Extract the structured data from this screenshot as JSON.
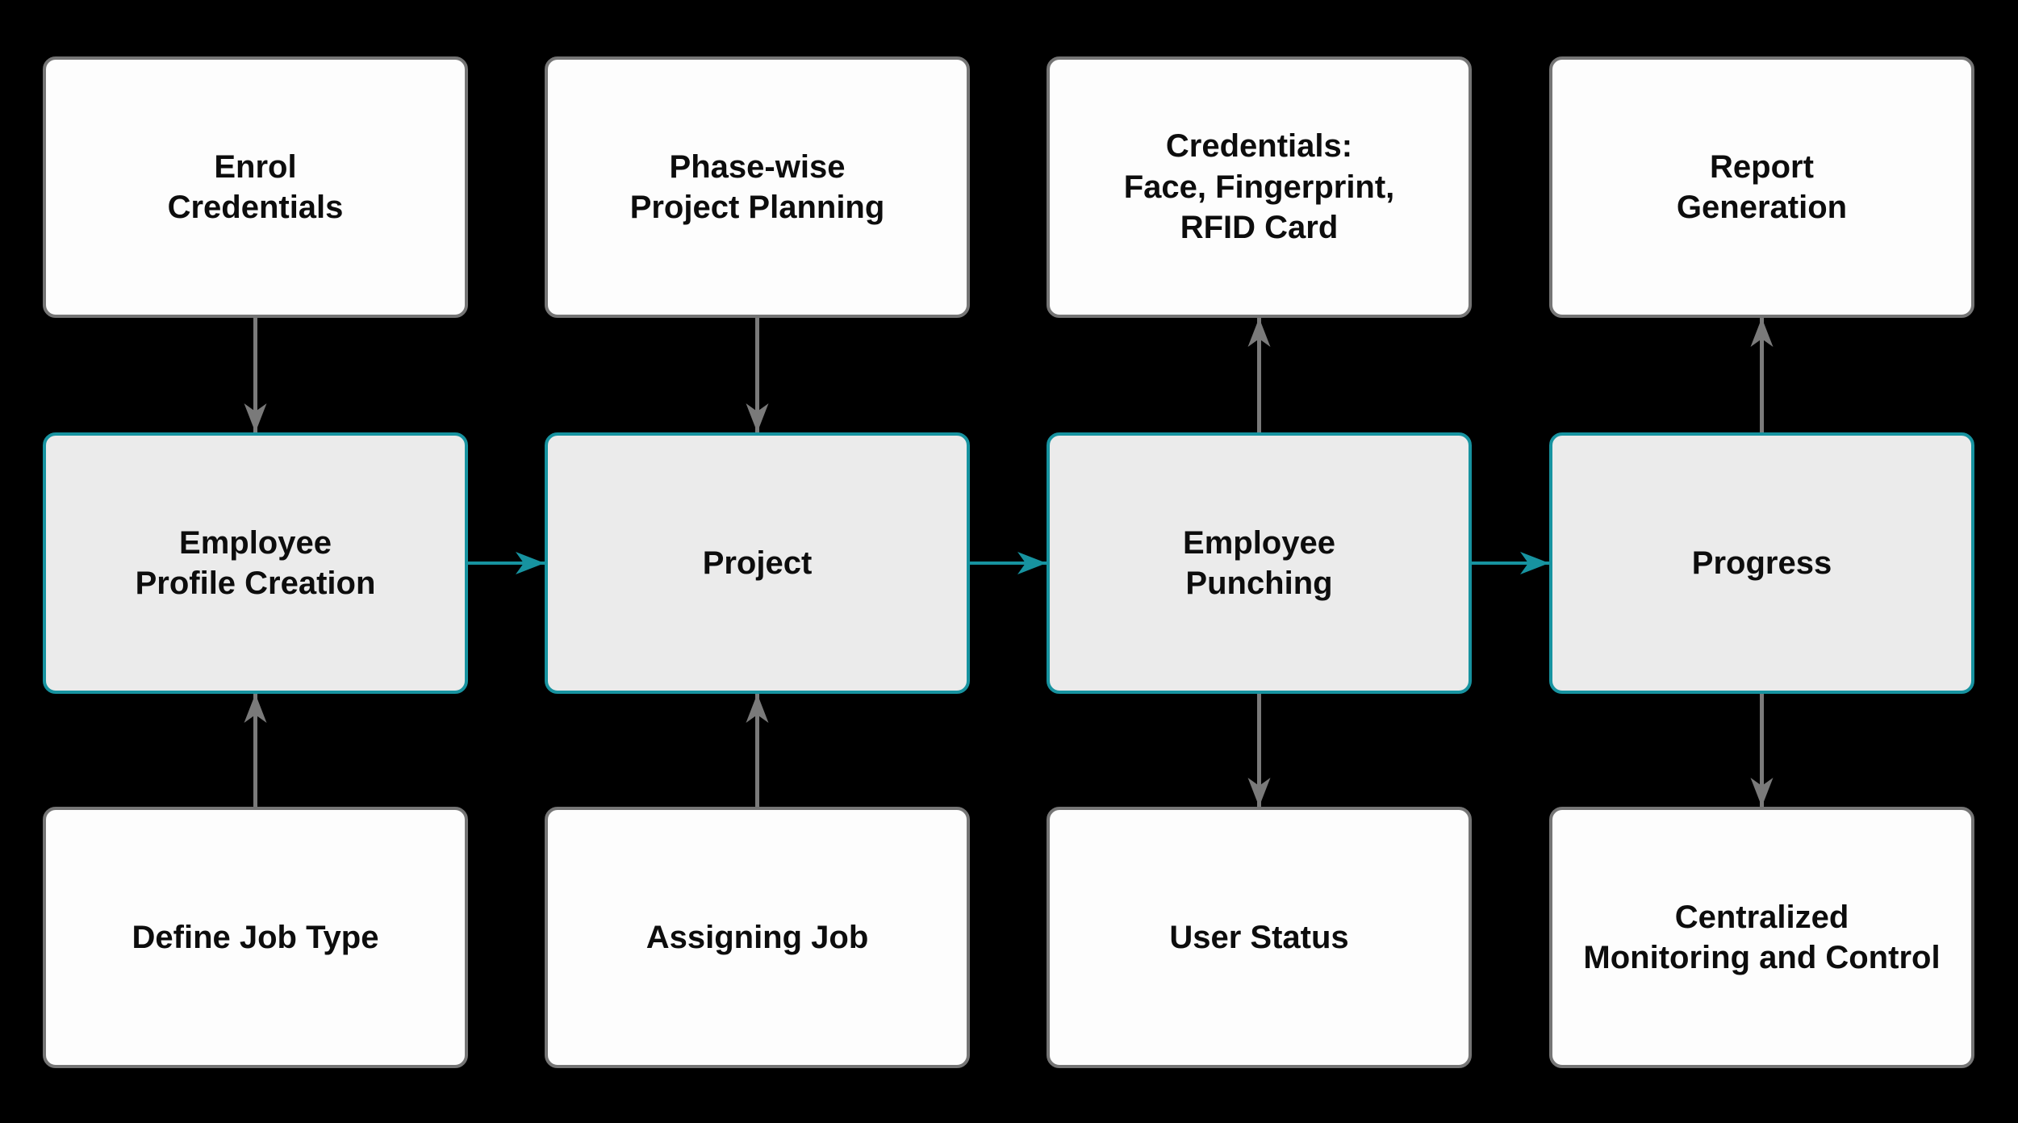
{
  "diagram": {
    "title": "Employee and project management flow",
    "colors": {
      "background": "#000000",
      "teal": "#1793a0",
      "gray": "#7a7a7a",
      "plain_fill": "#fdfdfd",
      "plain_border": "#757575",
      "active_fill": "#ebebeb",
      "text": "#0d0d0d"
    },
    "nodes": {
      "enrol_credentials": {
        "label": "Enrol\nCredentials",
        "style": "plain"
      },
      "phase_wise_planning": {
        "label": "Phase-wise\nProject Planning",
        "style": "plain"
      },
      "credentials_modes": {
        "label": "Credentials:\nFace, Fingerprint,\nRFID Card",
        "style": "plain"
      },
      "report_generation": {
        "label": "Report\nGeneration",
        "style": "plain"
      },
      "employee_profile_creation": {
        "label": "Employee\nProfile Creation",
        "style": "active"
      },
      "project": {
        "label": "Project",
        "style": "active"
      },
      "employee_punching": {
        "label": "Employee\nPunching",
        "style": "active"
      },
      "progress": {
        "label": "Progress",
        "style": "active"
      },
      "define_job_type": {
        "label": "Define Job Type",
        "style": "plain"
      },
      "assigning_job": {
        "label": "Assigning Job",
        "style": "plain"
      },
      "user_status": {
        "label": "User Status",
        "style": "plain"
      },
      "centralized_monitoring": {
        "label": "Centralized\nMonitoring and Control",
        "style": "plain"
      }
    },
    "connections": [
      {
        "from": "enrol_credentials",
        "to": "employee_profile_creation",
        "color": "gray"
      },
      {
        "from": "define_job_type",
        "to": "employee_profile_creation",
        "color": "gray"
      },
      {
        "from": "phase_wise_planning",
        "to": "project",
        "color": "gray"
      },
      {
        "from": "assigning_job",
        "to": "project",
        "color": "gray"
      },
      {
        "from": "employee_punching",
        "to": "credentials_modes",
        "color": "gray"
      },
      {
        "from": "employee_punching",
        "to": "user_status",
        "color": "gray"
      },
      {
        "from": "progress",
        "to": "report_generation",
        "color": "gray"
      },
      {
        "from": "progress",
        "to": "centralized_monitoring",
        "color": "gray"
      },
      {
        "from": "employee_profile_creation",
        "to": "project",
        "color": "teal"
      },
      {
        "from": "project",
        "to": "employee_punching",
        "color": "teal"
      },
      {
        "from": "employee_punching",
        "to": "progress",
        "color": "teal"
      }
    ]
  }
}
